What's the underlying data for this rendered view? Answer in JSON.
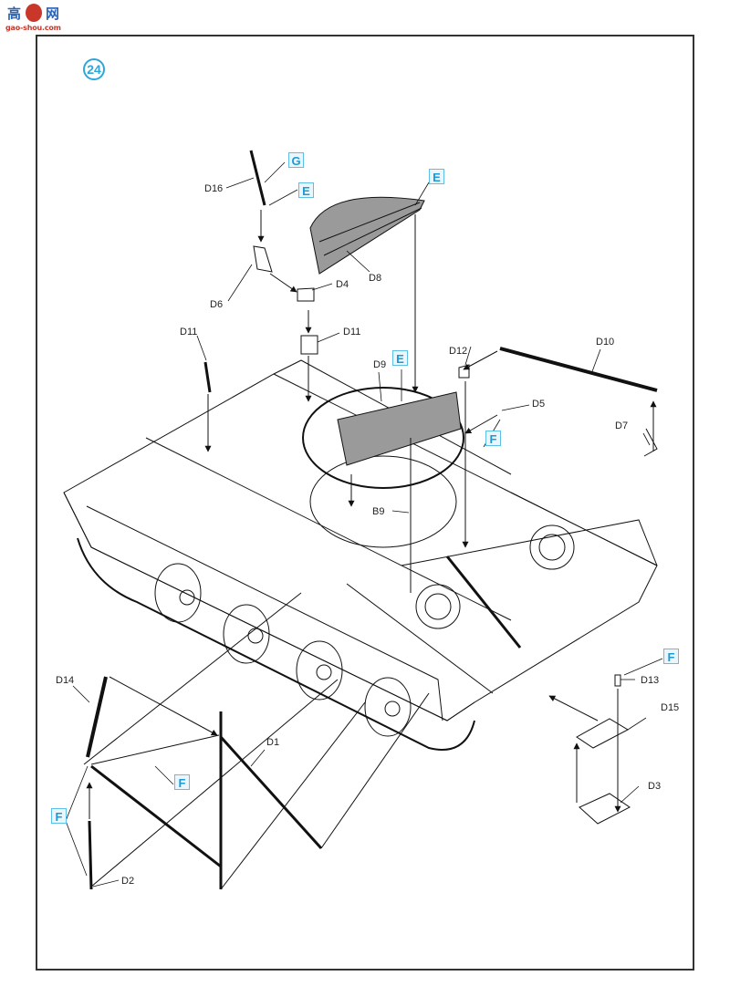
{
  "watermark": {
    "logo_text_left": "高",
    "logo_text_right": "网",
    "url": "gao-shou.com"
  },
  "step_number": "24",
  "part_labels": [
    {
      "id": "d16",
      "text": "D16"
    },
    {
      "id": "d8",
      "text": "D8"
    },
    {
      "id": "d6",
      "text": "D6"
    },
    {
      "id": "d4",
      "text": "D4"
    },
    {
      "id": "d11a",
      "text": "D11"
    },
    {
      "id": "d11b",
      "text": "D11"
    },
    {
      "id": "d9",
      "text": "D9"
    },
    {
      "id": "d12",
      "text": "D12"
    },
    {
      "id": "d10",
      "text": "D10"
    },
    {
      "id": "d5",
      "text": "D5"
    },
    {
      "id": "d7",
      "text": "D7"
    },
    {
      "id": "b9",
      "text": "B9"
    },
    {
      "id": "d13",
      "text": "D13"
    },
    {
      "id": "d15",
      "text": "D15"
    },
    {
      "id": "d3",
      "text": "D3"
    },
    {
      "id": "d14",
      "text": "D14"
    },
    {
      "id": "d1",
      "text": "D1"
    },
    {
      "id": "d2",
      "text": "D2"
    }
  ],
  "paint_callouts": [
    {
      "id": "g1",
      "text": "G"
    },
    {
      "id": "e1",
      "text": "E"
    },
    {
      "id": "e2",
      "text": "E"
    },
    {
      "id": "e3",
      "text": "E"
    },
    {
      "id": "f1",
      "text": "F"
    },
    {
      "id": "f2",
      "text": "F"
    },
    {
      "id": "f3",
      "text": "F"
    },
    {
      "id": "f4",
      "text": "F"
    }
  ],
  "colors": {
    "callout_blue": "#1c9ad6",
    "step_circle": "#2ea6d8",
    "frame": "#333333",
    "part_fill": "#9a9a9a"
  }
}
